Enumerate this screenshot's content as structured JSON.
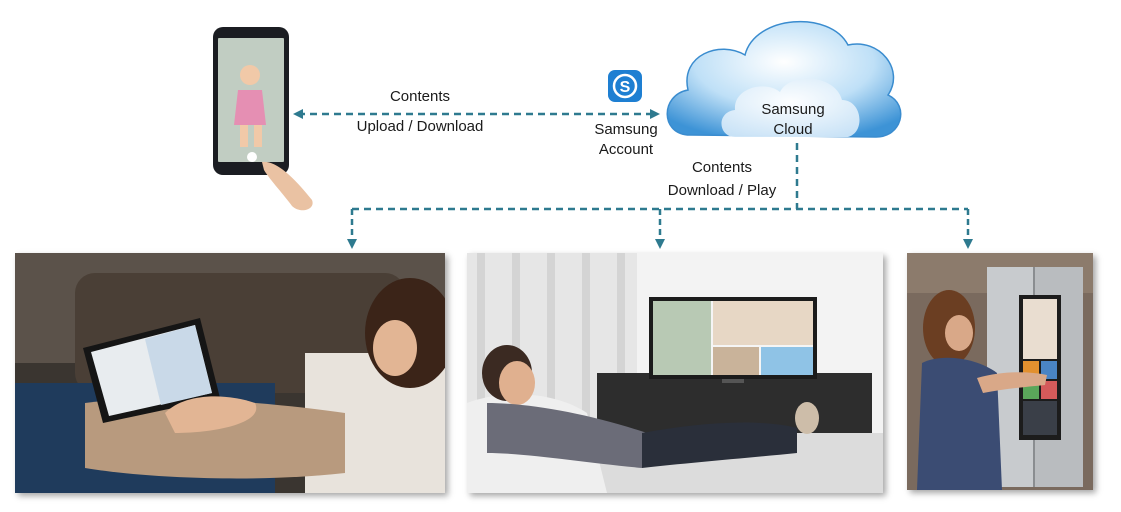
{
  "colors": {
    "arrow": "#2e7a8f",
    "cloud_light": "#d6ecfa",
    "cloud_dark": "#4aa0dc",
    "account_badge": "#1e7fd2"
  },
  "icons": {
    "account": "samsung-account-s-icon"
  },
  "upload_link": {
    "line1": "Contents",
    "line2": "Upload  / Download"
  },
  "account": {
    "line1": "Samsung",
    "line2": "Account"
  },
  "cloud": {
    "line1": "Samsung",
    "line2": "Cloud"
  },
  "download_link": {
    "line1": "Contents",
    "line2": "Download  / Play"
  },
  "devices": [
    {
      "name": "smartphone"
    },
    {
      "name": "tablet"
    },
    {
      "name": "tv"
    },
    {
      "name": "refrigerator"
    }
  ]
}
